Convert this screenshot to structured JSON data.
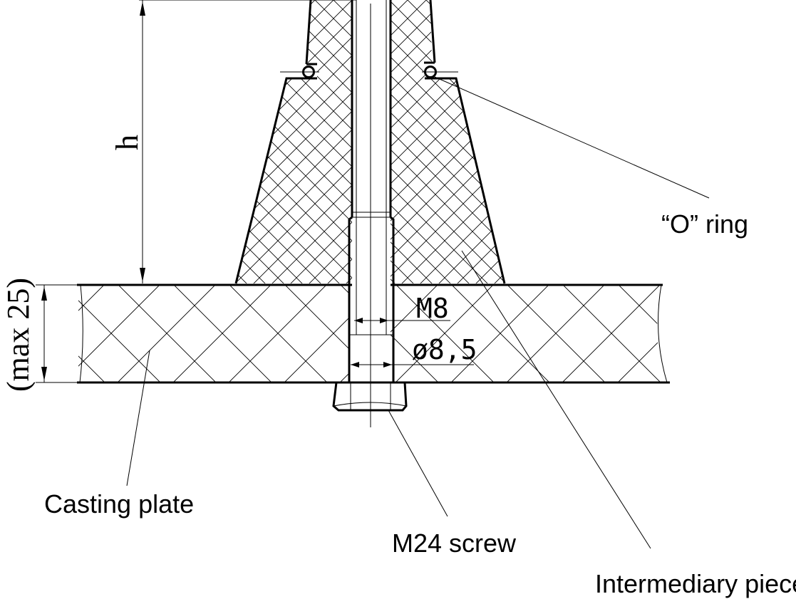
{
  "labels": {
    "o_ring": "“O” ring",
    "casting_plate": "Casting plate",
    "m24_screw": "M24 screw",
    "intermediary_piece": "Intermediary piece"
  },
  "dimensions": {
    "height": "h",
    "max_thickness": "(max 25)",
    "thread": "M8",
    "hole": "ø8,5"
  }
}
